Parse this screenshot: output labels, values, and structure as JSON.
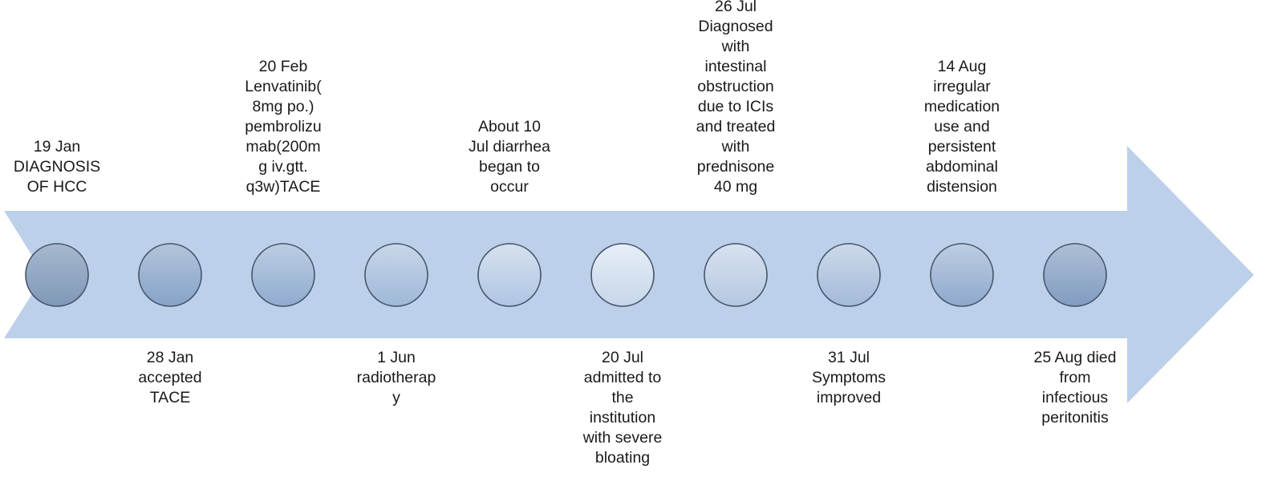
{
  "timeline": {
    "colors": {
      "arrow": "#bcd0ea",
      "circle_stroke": "#44546a",
      "text": "#1a1a1a"
    },
    "events": [
      {
        "position": "top",
        "text": "19 Jan\nDIAGNOSIS\nOF HCC",
        "fill": [
          "#a7b8cf",
          "#7f98b7"
        ]
      },
      {
        "position": "bottom",
        "text": "28 Jan\naccepted\nTACE",
        "fill": [
          "#b3c4da",
          "#86a3c8"
        ]
      },
      {
        "position": "top",
        "text": "20 Feb\nLenvatinib(\n8mg po.)\npembrolizu\nmab(200m\ng iv.gtt.\nq3w)TACE",
        "fill": [
          "#bccde2",
          "#90abd0"
        ]
      },
      {
        "position": "bottom",
        "text": "1 Jun\nradiotherap\ny",
        "fill": [
          "#c8d6e8",
          "#9fb8d8"
        ]
      },
      {
        "position": "top",
        "text": "About 10\nJul diarrhea\nbegan to\noccur",
        "fill": [
          "#d6e1ef",
          "#afc5e2"
        ]
      },
      {
        "position": "bottom",
        "text": "20 Jul\nadmitted to\nthe\ninstitution\nwith severe\nbloating",
        "fill": [
          "#e7eef7",
          "#c7d6ea"
        ]
      },
      {
        "position": "top",
        "text": "26 Jul\nDiagnosed\nwith\nintestinal\nobstruction\ndue to ICIs\nand treated\nwith\nprednisone\n40 mg",
        "fill": [
          "#d8e2ef",
          "#b4c7e1"
        ]
      },
      {
        "position": "bottom",
        "text": "31 Jul\nSymptoms\nimproved",
        "fill": [
          "#ccd9ea",
          "#a3bad9"
        ]
      },
      {
        "position": "top",
        "text": "14 Aug\nirregular\nmedication\nuse and\npersistent\nabdominal\ndistension",
        "fill": [
          "#bdcde2",
          "#8ea9cd"
        ]
      },
      {
        "position": "bottom",
        "text": "25 Aug died\nfrom\ninfectious\nperitonitis",
        "fill": [
          "#aebfd6",
          "#819cc0"
        ]
      }
    ]
  }
}
